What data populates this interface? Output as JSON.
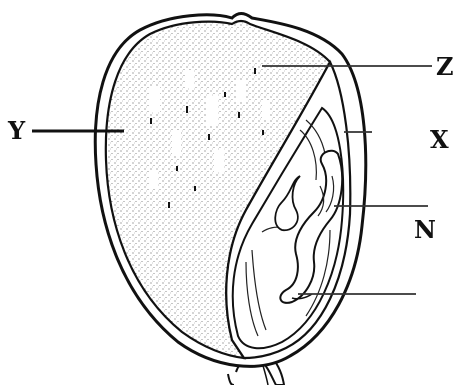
{
  "diagram": {
    "labels": {
      "z": "Z",
      "x": "X",
      "y": "Y",
      "n": "N"
    }
  }
}
